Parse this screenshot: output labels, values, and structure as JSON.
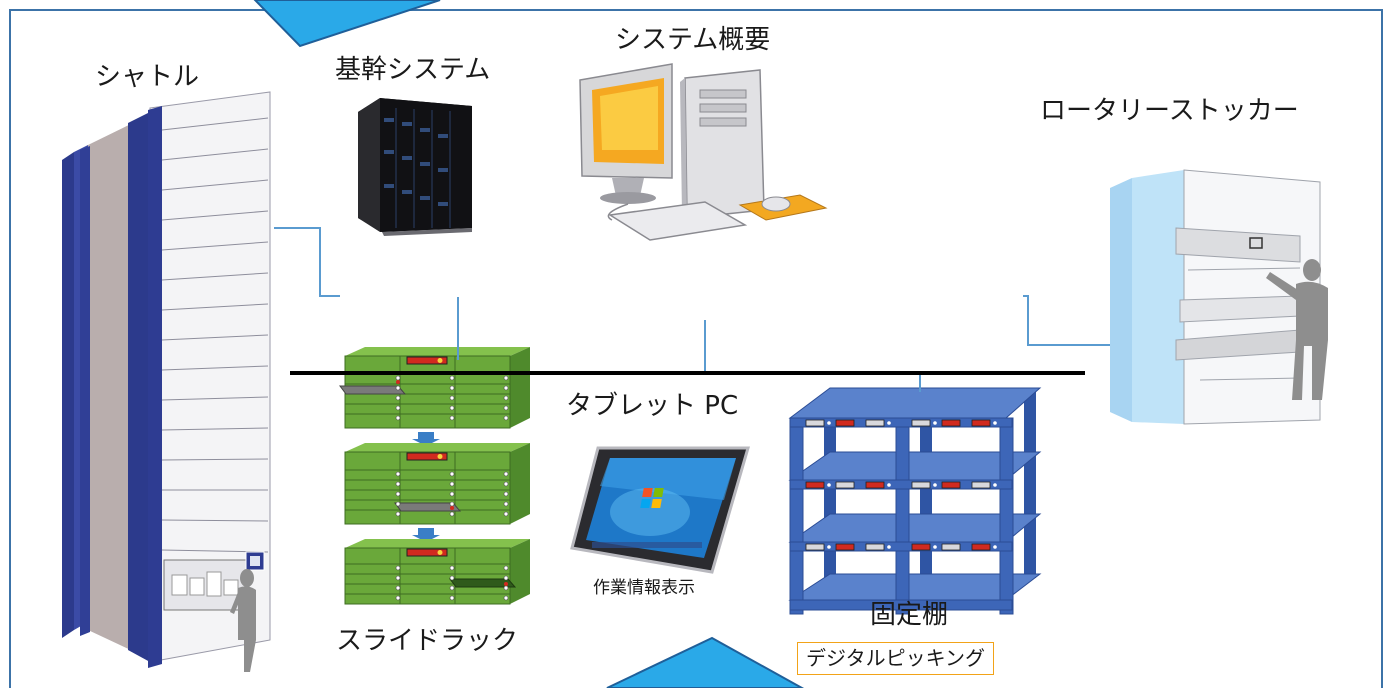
{
  "labels": {
    "shuttle": "シャトル",
    "core_system": "基幹システム",
    "system_overview": "システム概要",
    "rotary_stocker": "ロータリーストッカー",
    "tablet_pc": "タブレット PC",
    "work_info": "作業情報表示",
    "slide_rack": "スライドラック",
    "fixed_shelf": "固定棚",
    "digital_picking": "デジタルピッキング"
  },
  "colors": {
    "frame": "#3c73a8",
    "connector": "#5a9bd0",
    "backbone": "#000000",
    "accent_triangle": "#2aa9e8",
    "badge_border": "#f2a318",
    "rack_blue": "#3d66b8",
    "slide_green": "#6aa83a",
    "shuttle_navy": "#2c3a8c"
  }
}
